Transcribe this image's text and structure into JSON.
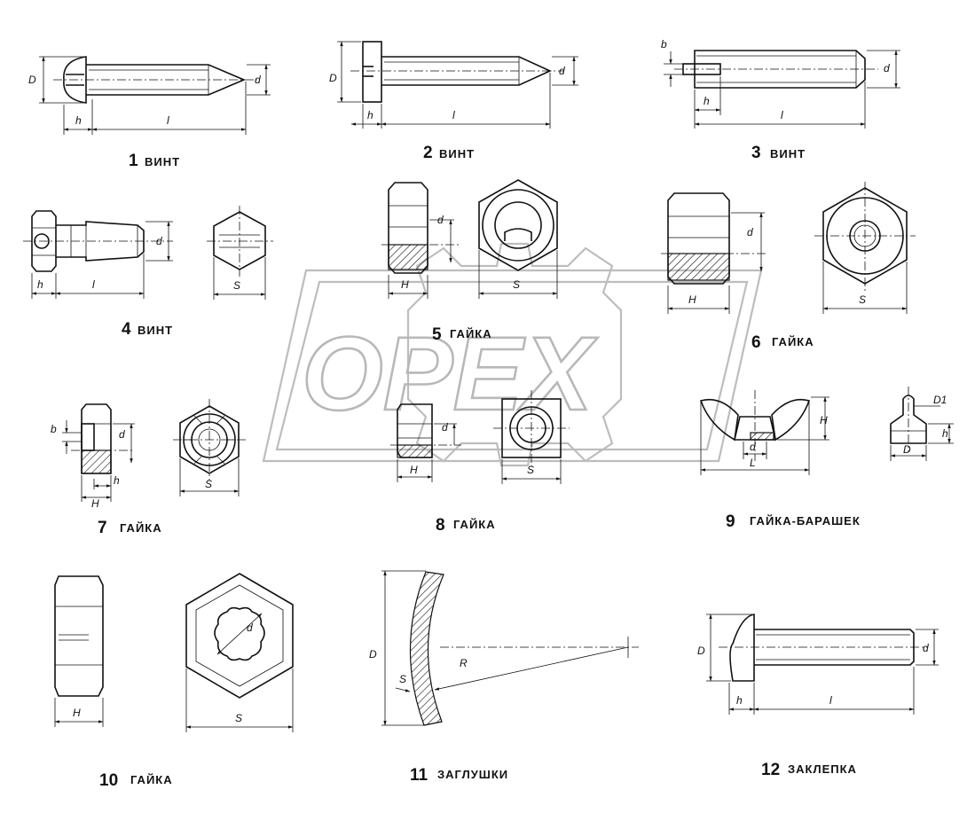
{
  "watermark": "OPEX",
  "items": [
    {
      "num": "1",
      "word": "ВИНТ",
      "dims": [
        "D",
        "h",
        "l",
        "d"
      ]
    },
    {
      "num": "2",
      "word": "ВИНТ",
      "dims": [
        "D",
        "h",
        "l",
        "d"
      ]
    },
    {
      "num": "3",
      "word": "ВИНТ",
      "dims": [
        "b",
        "h",
        "l",
        "d"
      ]
    },
    {
      "num": "4",
      "word": "ВИНТ",
      "dims": [
        "h",
        "l",
        "d",
        "S"
      ]
    },
    {
      "num": "5",
      "word": "ГАЙКА",
      "dims": [
        "H",
        "d",
        "S"
      ]
    },
    {
      "num": "6",
      "word": "ГАЙКА",
      "dims": [
        "H",
        "d",
        "S"
      ]
    },
    {
      "num": "7",
      "word": "ГАЙКА",
      "dims": [
        "b",
        "d",
        "h",
        "H",
        "S"
      ]
    },
    {
      "num": "8",
      "word": "ГАЙКА",
      "dims": [
        "H",
        "d",
        "S"
      ]
    },
    {
      "num": "9",
      "word": "ГАЙКА-БАРАШЕК",
      "dims": [
        "H",
        "d",
        "L",
        "D1",
        "h",
        "D"
      ]
    },
    {
      "num": "10",
      "word": "ГАЙКА",
      "dims": [
        "H",
        "d",
        "S"
      ]
    },
    {
      "num": "11",
      "word": "ЗАГЛУШКИ",
      "dims": [
        "D",
        "S",
        "R"
      ]
    },
    {
      "num": "12",
      "word": "ЗАКЛЕПКА",
      "dims": [
        "D",
        "h",
        "l",
        "d"
      ]
    }
  ]
}
